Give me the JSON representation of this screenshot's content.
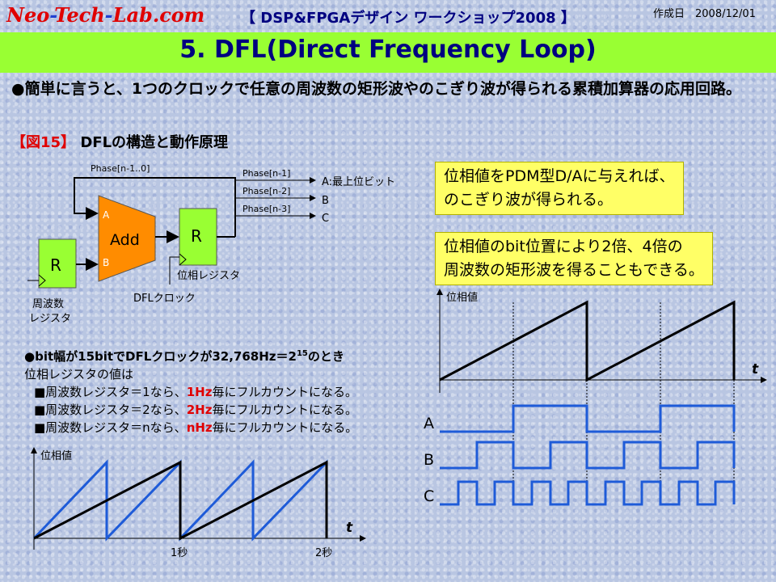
{
  "header": {
    "logo_part1": "Neo",
    "logo_sep1": "-",
    "logo_part2": "Tech",
    "logo_sep2": "-",
    "logo_part3": "Lab.com",
    "workshop": "【 DSP&FPGAデザイン ワークショップ2008 】",
    "date": "作成日　2008/12/01"
  },
  "title": "5. DFL(Direct Frequency Loop)",
  "intro": "●簡単に言うと、1つのクロックで任意の周波数の矩形波やのこぎり波が得られる累積加算器の応用回路。",
  "figure": {
    "label_bracket": "【図15】",
    "label_text": " DFLの構造と動作原理"
  },
  "diagram": {
    "phase_bus": "Phase[n-1..0]",
    "phase_n1": "Phase[n-1]",
    "phase_n2": "Phase[n-2]",
    "phase_n3": "Phase[n-3]",
    "out_a": "A:最上位ビット",
    "out_b": "B",
    "out_c": "C",
    "adder": "Add",
    "adder_in_a": "A",
    "adder_in_b": "B",
    "reg": "R",
    "freq_reg_label_1": "周波数",
    "freq_reg_label_2": "レジスタ",
    "phase_reg_label": "位相レジスタ",
    "clock_label": "DFLクロック"
  },
  "callouts": {
    "box1_line1": "位相値をPDM型D/Aに与えれば、",
    "box1_line2": "のこぎり波が得られる。",
    "box2_line1": "位相値のbit位置により2倍、4倍の",
    "box2_line2": "周波数の矩形波を得ることもできる。"
  },
  "note": {
    "line1_a": "●bit幅が15bitでDFLクロックが32,768Hz＝2",
    "line1_sup": "15",
    "line1_b": "のとき",
    "line2": "位相レジスタの値は",
    "row1_pre": "■周波数レジスタ＝1なら、",
    "row1_hl": "1Hz",
    "row1_post": "毎にフルカウントになる。",
    "row2_pre": "■周波数レジスタ＝2なら、",
    "row2_hl": "2Hz",
    "row2_post": "毎にフルカウントになる。",
    "row3_pre": "■周波数レジスタ＝nなら、",
    "row3_hl": "nHz",
    "row3_post": "毎にフルカウントになる。"
  },
  "plot_left": {
    "ylabel": "位相値",
    "xlabel": "t",
    "tick1": "1秒",
    "tick2": "2秒"
  },
  "plot_right": {
    "ylabel": "位相値",
    "xlabel": "t",
    "wave_a": "A",
    "wave_b": "B",
    "wave_c": "C"
  },
  "colors": {
    "logo": "#e00000",
    "title_bar": "#99ff33",
    "title_text": "#000080",
    "register": "#99ff33",
    "adder": "#ff8c00",
    "wave": "#1e5bd8",
    "callout": "#ffff66"
  }
}
